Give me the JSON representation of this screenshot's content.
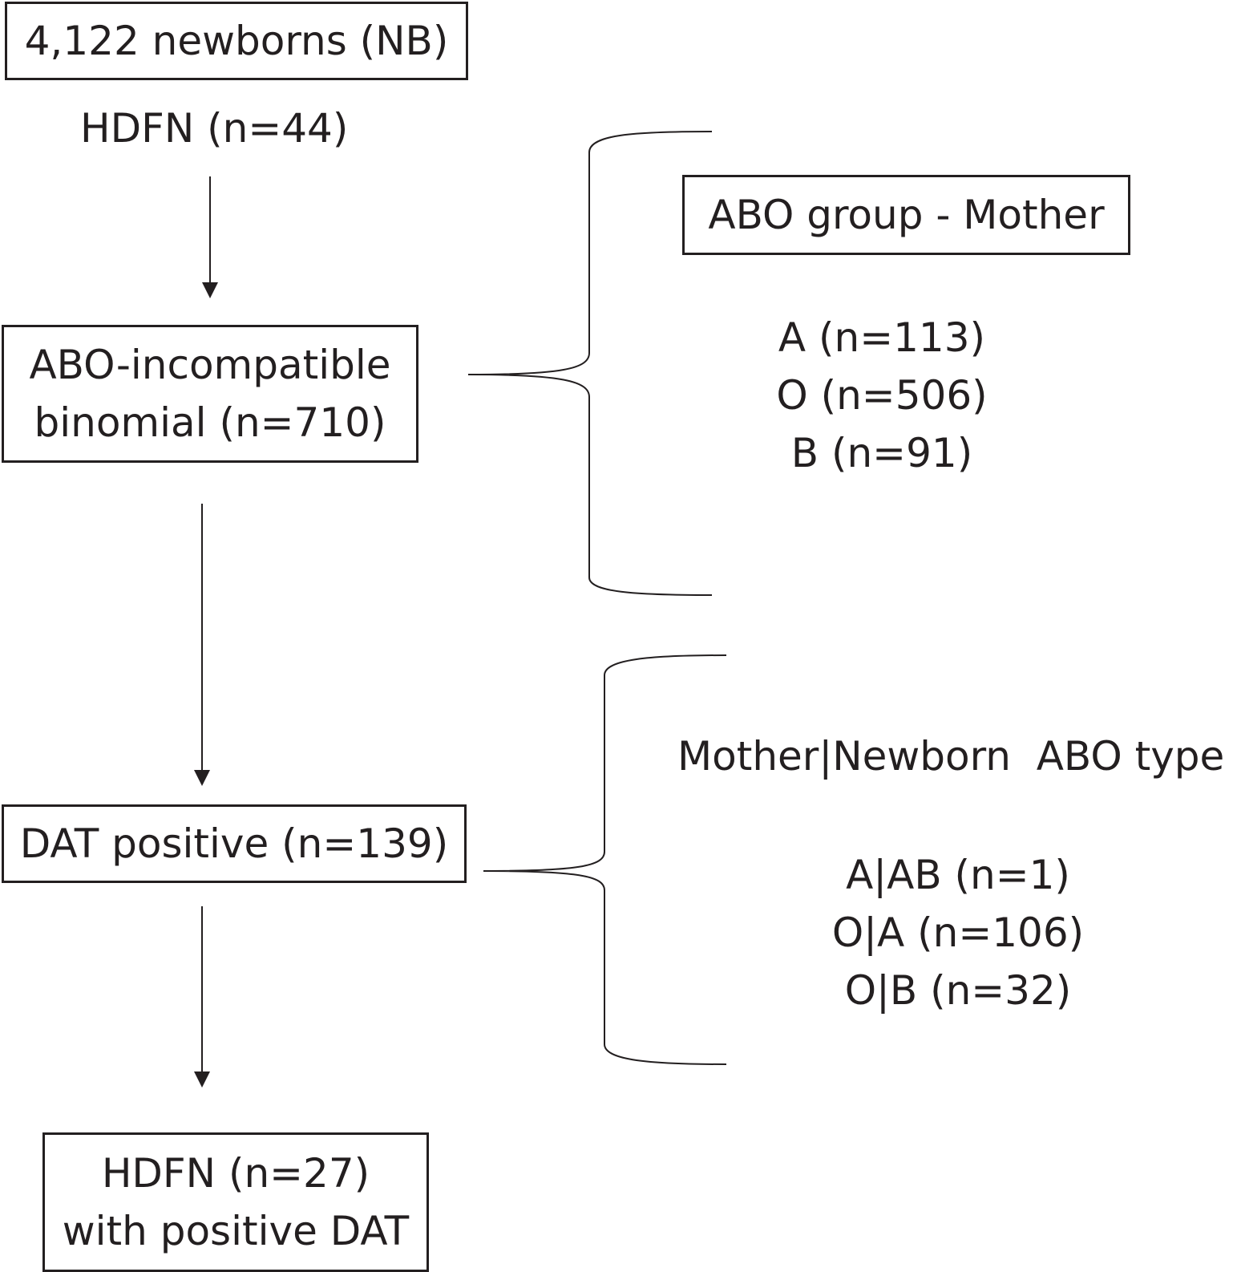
{
  "nodes": {
    "newborns": {
      "label": "4,122 newborns (NB)"
    },
    "hdfn_initial": {
      "label": "HDFN (n=44)"
    },
    "abo_incompatible": {
      "line1": "ABO-incompatible",
      "line2": "binomial (n=710)"
    },
    "dat_positive": {
      "label": "DAT positive (n=139)"
    },
    "hdfn_final": {
      "line1": "HDFN (n=27)",
      "line2": "with positive DAT"
    }
  },
  "abo_mother": {
    "title": "ABO group - Mother",
    "items": [
      "A (n=113)",
      "O (n=506)",
      "B (n=91)"
    ]
  },
  "mother_newborn": {
    "title": "Mother|Newborn  ABO type",
    "items": [
      "A|AB (n=1)",
      "O|A (n=106)",
      "O|B (n=32)"
    ]
  }
}
